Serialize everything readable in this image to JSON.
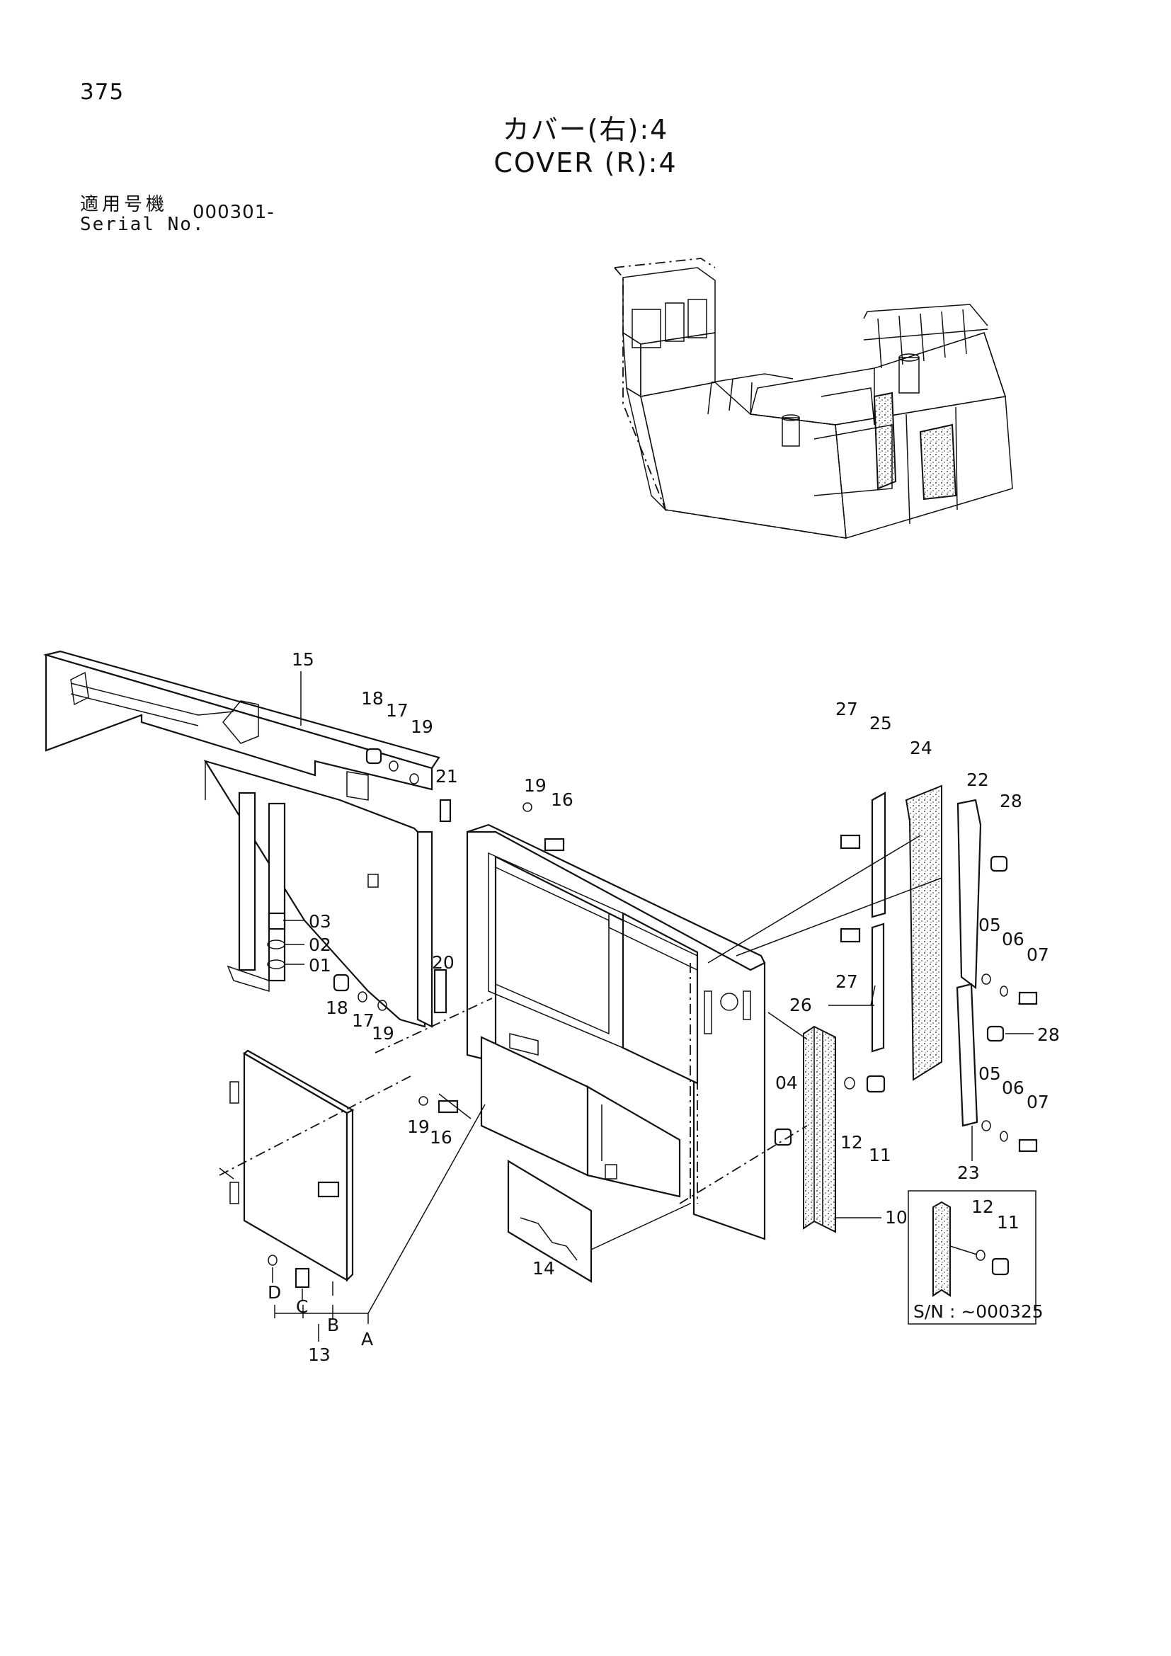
{
  "page_number": "375",
  "title_jp": "カバー(右):4",
  "title_en": "COVER (R):4",
  "serial_label_jp": "適用号機",
  "serial_label_en": "Serial No.",
  "serial_value": "000301-",
  "inset_note": "S/N : ~000325",
  "callouts": {
    "c15": "15",
    "c18a": "18",
    "c17a": "17",
    "c19a": "19",
    "c21": "21",
    "c19b": "19",
    "c16a": "16",
    "c03": "03",
    "c02": "02",
    "c01": "01",
    "c18b": "18",
    "c17b": "17",
    "c19c": "19",
    "c20": "20",
    "c19d": "19",
    "c16b": "16",
    "c14": "14",
    "cD": "D",
    "cC": "C",
    "cB": "B",
    "cA": "A",
    "c13": "13",
    "c27a": "27",
    "c25": "25",
    "c24": "24",
    "c22": "22",
    "c28a": "28",
    "c27b": "27",
    "c26": "26",
    "c05a": "05",
    "c06a": "06",
    "c07a": "07",
    "c28b": "28",
    "c05b": "05",
    "c06b": "06",
    "c07b": "07",
    "c23": "23",
    "c04": "04",
    "c12a": "12",
    "c11a": "11",
    "c10": "10",
    "c12b": "12",
    "c11b": "11"
  }
}
